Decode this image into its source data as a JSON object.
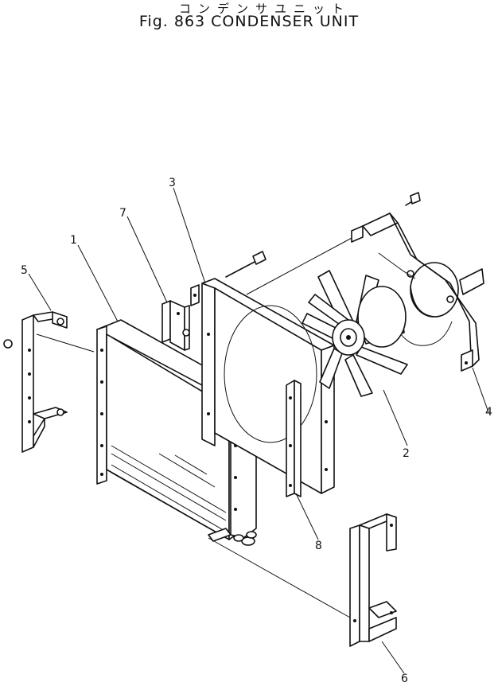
{
  "figure": {
    "title_jp": "コンデンサユニット",
    "title_en": "Fig. 863 CONDENSER UNIT"
  },
  "callouts": [
    "1",
    "2",
    "3",
    "4",
    "5",
    "6",
    "7",
    "8"
  ]
}
